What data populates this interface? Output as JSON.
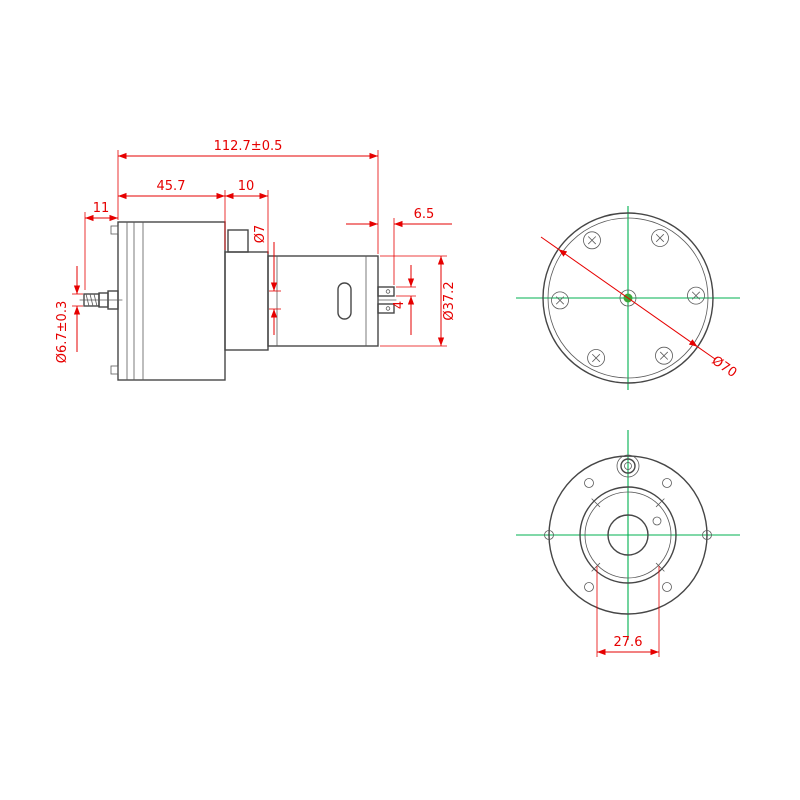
{
  "dims": {
    "overall": "112.7±0.5",
    "gearbox": "45.7",
    "adapter": "10",
    "shaft_len": "11",
    "terminal_len": "6.5",
    "boss_dia": "Ø7",
    "motor_dia": "Ø37.2",
    "shaft_dia": "Ø6.7±0.3",
    "terminal_w": "4",
    "flange_dia": "Ø70",
    "port_width": "27.6"
  },
  "colors": {
    "dimension_red": "#e60000",
    "centerline_green": "#00b050",
    "outline_gray": "#464646",
    "background": "#ffffff"
  }
}
